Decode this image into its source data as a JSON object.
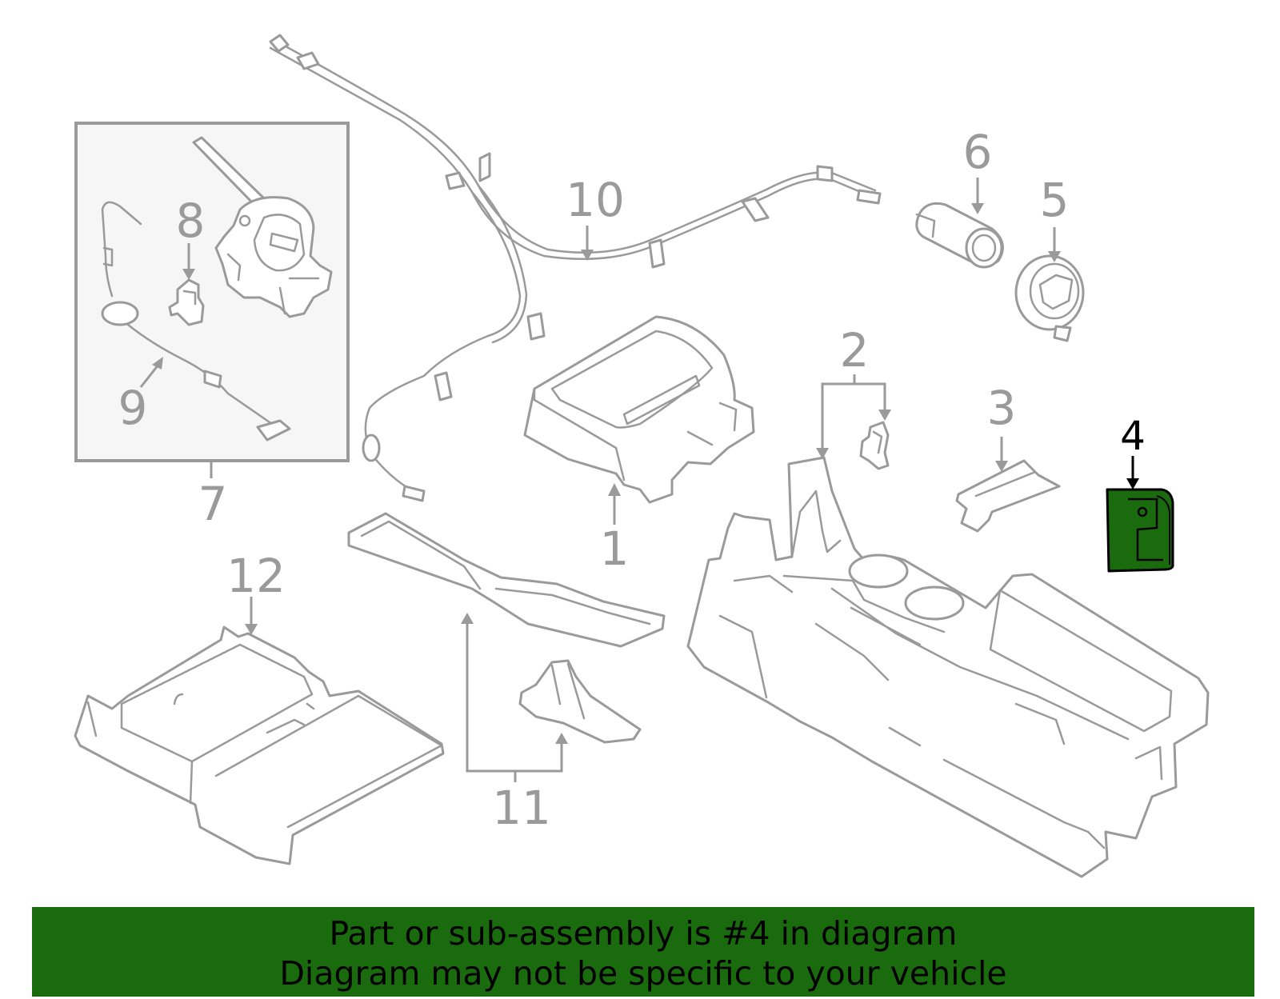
{
  "diagram": {
    "callouts": {
      "c1": "1",
      "c2": "2",
      "c3": "3",
      "c4": "4",
      "c5": "5",
      "c6": "6",
      "c7": "7",
      "c8": "8",
      "c9": "9",
      "c10": "10",
      "c11": "11",
      "c12": "12"
    },
    "highlighted_part": "4",
    "highlight_color": "#1a6b0e",
    "line_color": "#9a9a9a"
  },
  "banner": {
    "line1": "Part or sub-assembly is #4 in diagram",
    "line2": "Diagram may not be specific to your vehicle",
    "background": "#1a6b0e"
  }
}
